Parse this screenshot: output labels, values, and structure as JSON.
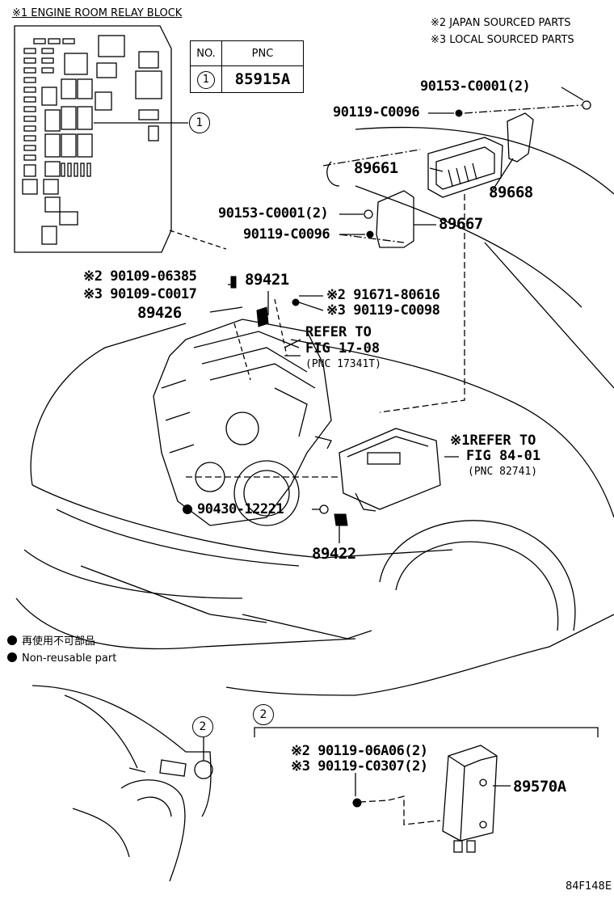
{
  "header": {
    "relay_block_title": "※1 ENGINE ROOM RELAY BLOCK",
    "note_japan": "※2 JAPAN SOURCED PARTS",
    "note_local": "※3 LOCAL SOURCED PARTS"
  },
  "pnc_table": {
    "col_no": "NO.",
    "col_pnc": "PNC",
    "row_no": "1",
    "row_pnc": "85915A"
  },
  "callouts": {
    "c1": "1",
    "c2a": "2",
    "c2b": "2"
  },
  "parts": {
    "p90153_top": "90153-C0001(2)",
    "p90119_top": "90119-C0096",
    "p89661": "89661",
    "p89668": "89668",
    "p90153_mid": "90153-C0001(2)",
    "p89667": "89667",
    "p90119_mid": "90119-C0096",
    "p90109_06385": "※2 90109-06385",
    "p90109_c0017": "※3 90109-C0017",
    "p89421": "89421",
    "p91671": "※2 91671-80616",
    "p90119_c0098": "※3 90119-C0098",
    "p89426": "89426",
    "refer1_line1": "REFER TO",
    "refer1_line2": "FIG 17-08",
    "refer1_pnc": "(PNC 17341T)",
    "refer2_line1": "※1REFER TO",
    "refer2_line2": "FIG 84-01",
    "refer2_pnc": "(PNC 82741)",
    "p90430": "90430-12221",
    "p89422": "89422",
    "p90119_06a06": "※2 90119-06A06(2)",
    "p90119_c0307": "※3 90119-C0307(2)",
    "p89570A": "89570A"
  },
  "legend": {
    "jp": "再使用不可部品",
    "en": "Non-reusable part"
  },
  "figure_code": "84F148E"
}
